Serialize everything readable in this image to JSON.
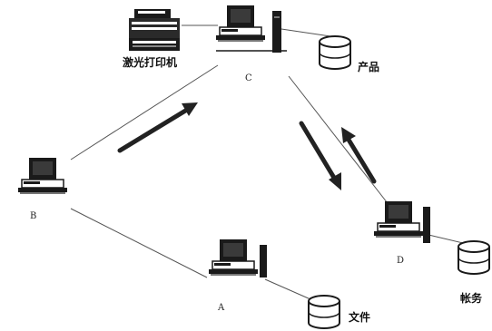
{
  "nodes": {
    "a": {
      "label": "A"
    },
    "b": {
      "label": "B"
    },
    "c": {
      "label": "C"
    },
    "d": {
      "label": "D"
    }
  },
  "peripherals": {
    "printer": {
      "label": "激光打印机",
      "icon": "laser-printer-icon"
    },
    "product_db": {
      "label": "产品",
      "icon": "database-icon"
    },
    "account_db": {
      "label": "帐务",
      "icon": "database-icon"
    },
    "file_db": {
      "label": "文件",
      "icon": "database-icon"
    }
  },
  "colors": {
    "line": "#555555",
    "arrow": "#222222",
    "device": "#1a1a1a"
  }
}
